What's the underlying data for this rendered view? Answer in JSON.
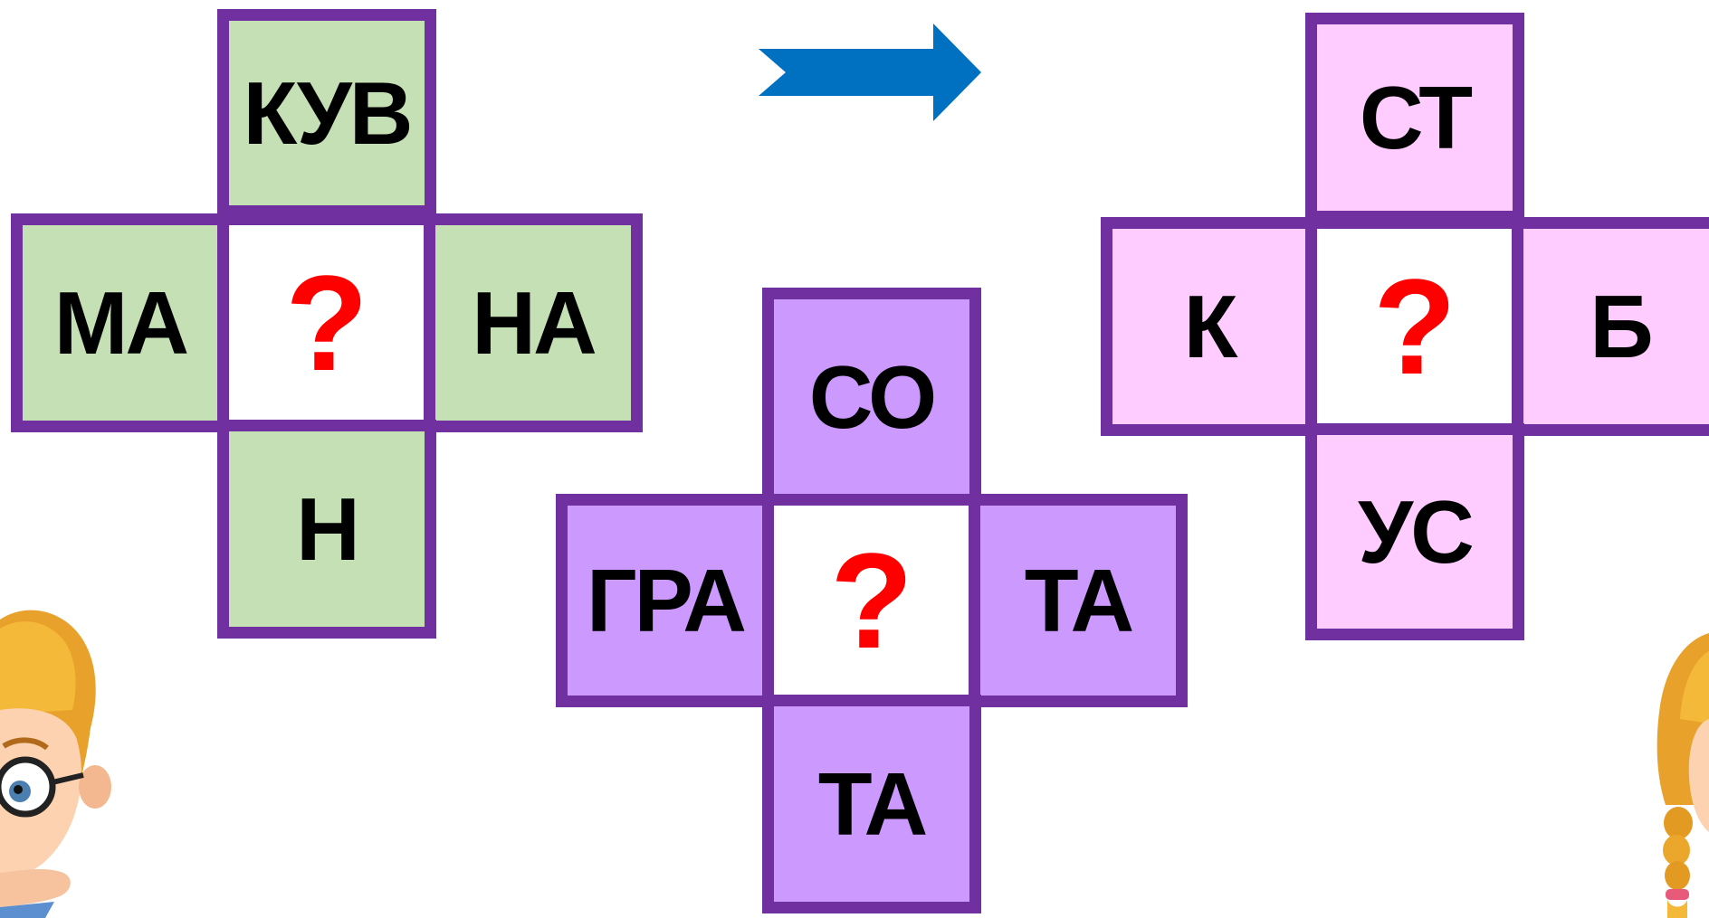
{
  "puzzles": [
    {
      "fill": "#c5e0b4",
      "top": "КУВ",
      "left": "МА",
      "center": "?",
      "right": "НА",
      "bottom": "Н"
    },
    {
      "fill": "#cc99ff",
      "top": "СО",
      "left": "ГРА",
      "center": "?",
      "right": "ТА",
      "bottom": "ТА"
    },
    {
      "fill": "#ffccff",
      "top": "СТ",
      "left": "К",
      "center": "?",
      "right": "Б",
      "bottom": "УС"
    }
  ],
  "colors": {
    "border": "#7030a0",
    "question": "#ff0000",
    "arrow": "#0070c0"
  },
  "decorations": {
    "arrow_icon": "arrow-right-icon",
    "boy_icon": "boy-with-glasses-icon",
    "girl_icon": "girl-with-braid-icon"
  }
}
